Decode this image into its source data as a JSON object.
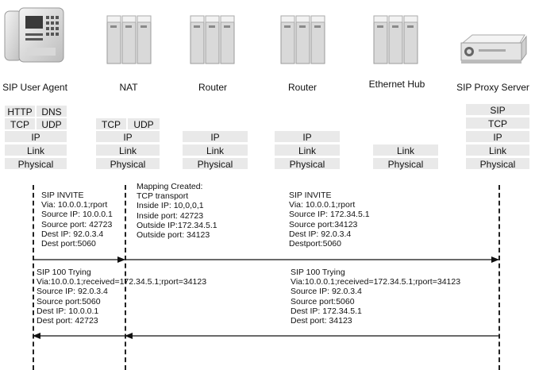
{
  "devices": [
    {
      "id": "ua",
      "label": "SIP User Agent",
      "icon": "sip-phone-icon"
    },
    {
      "id": "nat",
      "label": "NAT",
      "icon": "server-rack-icon"
    },
    {
      "id": "router1",
      "label": "Router",
      "icon": "server-rack-icon"
    },
    {
      "id": "router2",
      "label": "Router",
      "icon": "server-rack-icon"
    },
    {
      "id": "hub",
      "label": "Ethernet Hub",
      "icon": "server-rack-icon"
    },
    {
      "id": "proxy",
      "label": "SIP Proxy Server",
      "icon": "proxy-server-icon"
    }
  ],
  "stacks": {
    "ua": {
      "http": "HTTP",
      "dns": "DNS",
      "tcp": "TCP",
      "udp": "UDP",
      "ip": "IP",
      "link": "Link",
      "physical": "Physical"
    },
    "nat": {
      "tcp": "TCP",
      "udp": "UDP",
      "ip": "IP",
      "link": "Link",
      "physical": "Physical"
    },
    "router1": {
      "ip": "IP",
      "link": "Link",
      "physical": "Physical"
    },
    "router2": {
      "ip": "IP",
      "link": "Link",
      "physical": "Physical"
    },
    "hub": {
      "link": "Link",
      "physical": "Physical"
    },
    "proxy": {
      "sip": "SIP",
      "tcp": "TCP",
      "ip": "IP",
      "link": "Link",
      "physical": "Physical"
    }
  },
  "messages": {
    "invite_ua": [
      "SIP INVITE",
      "Via: 10.0.0.1;rport",
      "Source IP: 10.0.0.1",
      "Source port: 42723",
      "Dest IP: 92.0.3.4",
      "Dest port:5060"
    ],
    "mapping": [
      "Mapping Created:",
      "TCP transport",
      "Inside IP: 10,0,0,1",
      "Inside port: 42723",
      "Outside IP:172.34.5.1",
      "Outside port: 34123"
    ],
    "invite_proxy": [
      "SIP INVITE",
      "Via: 10.0.0.1;rport",
      "Source IP: 172.34.5.1",
      "Source port:34123",
      "Dest IP: 92.0.3.4",
      "Destport:5060"
    ],
    "trying_ua": [
      "SIP 100 Trying",
      "Via:10.0.0.1;received=172.34.5.1;rport=34123",
      "Source IP: 92.0.3.4",
      "Source port:5060",
      "Dest IP: 10.0.0.1",
      "Dest port: 42723"
    ],
    "trying_proxy": [
      "SIP 100 Trying",
      "Via:10.0.0.1;received=172.34.5.1;rport=34123",
      "Source IP: 92.0.3.4",
      "Source port:5060",
      "Dest IP: 172.34.5.1",
      "Dest port: 34123"
    ]
  },
  "colors": {
    "cell_bg": "#e9e9e9",
    "line": "#222222"
  }
}
